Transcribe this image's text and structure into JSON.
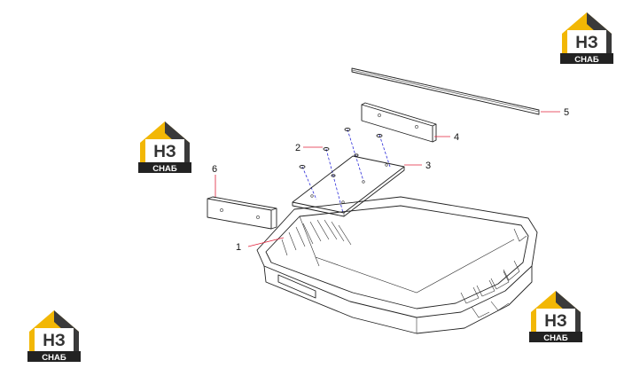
{
  "logo": {
    "mark": "НЗ",
    "word": "СНАБ",
    "colors": {
      "gold": "#f2b705",
      "dark": "#3a3a3a",
      "band": "#222222"
    }
  },
  "callouts": [
    "1",
    "2",
    "3",
    "4",
    "5",
    "6"
  ],
  "colors": {
    "line": "#222222",
    "leader": "#e0203a",
    "axis": "#2b2bd8"
  }
}
